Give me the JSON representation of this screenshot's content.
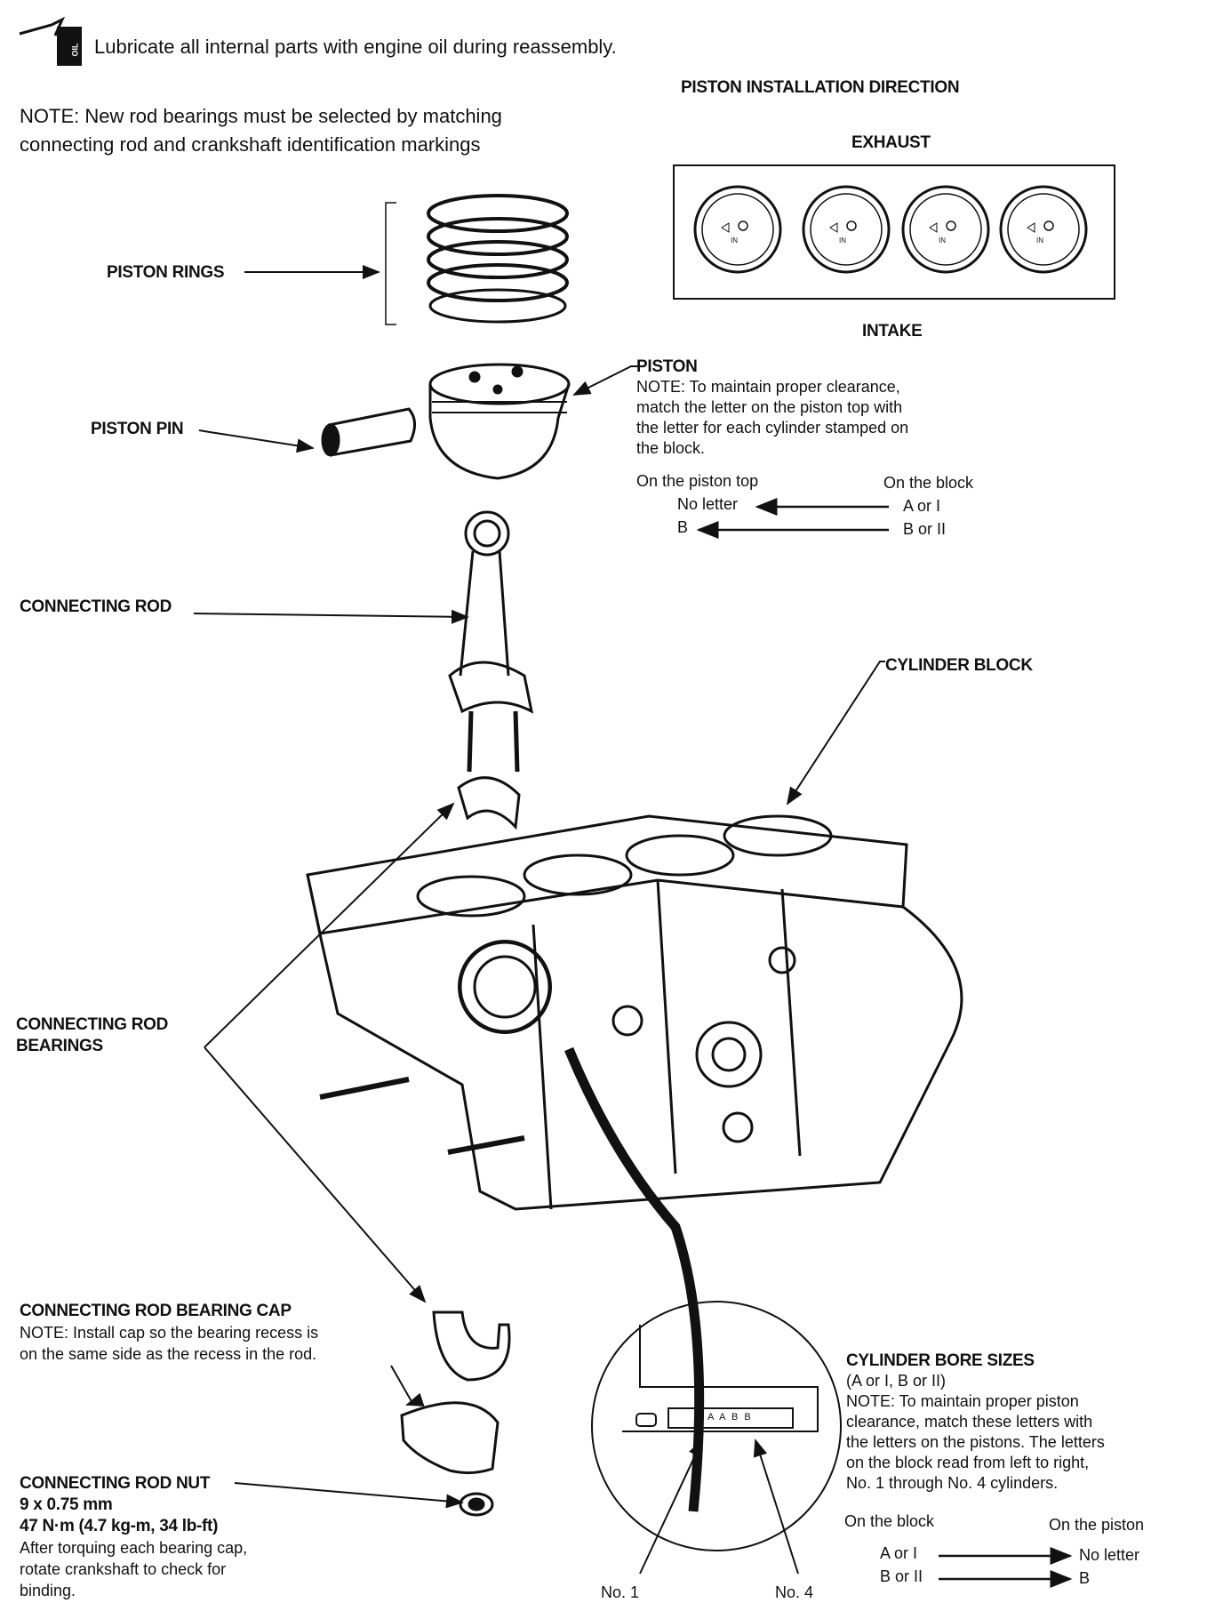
{
  "header": {
    "oil_icon_text": "OIL",
    "instruction": "Lubricate all internal parts with engine oil during reassembly.",
    "note_line1": "NOTE: New rod bearings must be selected by matching",
    "note_line2": "connecting rod and crankshaft identification markings"
  },
  "direction_panel": {
    "title": "PISTON INSTALLATION DIRECTION",
    "top_label": "EXHAUST",
    "bottom_label": "INTAKE",
    "piston_marks": [
      "IN",
      "IN",
      "IN",
      "IN"
    ]
  },
  "labels": {
    "piston_rings": "PISTON RINGS",
    "piston_pin": "PISTON PIN",
    "connecting_rod": "CONNECTING ROD",
    "cylinder_block": "CYLINDER BLOCK",
    "rod_bearings_1": "CONNECTING ROD",
    "rod_bearings_2": "BEARINGS"
  },
  "piston": {
    "title": "PISTON",
    "note": [
      "NOTE: To maintain proper clearance,",
      "match the letter on the piston top with",
      "the letter for each cylinder stamped on",
      "the block."
    ],
    "col_left": "On the piston top",
    "col_right": "On the block",
    "rows": [
      {
        "left": "No letter",
        "right": "A or I"
      },
      {
        "left": "B",
        "right": "B or II"
      }
    ]
  },
  "bearing_cap": {
    "title": "CONNECTING ROD BEARING CAP",
    "note1": "NOTE: Install cap so the bearing recess is",
    "note2": "on the same side as the recess in the rod."
  },
  "rod_nut": {
    "title": "CONNECTING ROD NUT",
    "size": "9 x 0.75 mm",
    "torque": "47 N·m (4.7 kg-m, 34 lb-ft)",
    "note1": "After torquing each bearing cap,",
    "note2": "rotate crankshaft to check for",
    "note3": "binding."
  },
  "bore_sizes": {
    "title": "CYLINDER BORE SIZES",
    "subtitle": "(A or I, B or II)",
    "note": [
      "NOTE: To maintain proper piston",
      "clearance, match these letters with",
      "the letters on the pistons. The letters",
      "on the block read from left to right,",
      "No. 1 through No. 4 cylinders."
    ],
    "col_left": "On the block",
    "col_right": "On the piston",
    "rows": [
      {
        "left": "A or I",
        "right": "No letter"
      },
      {
        "left": "B or II",
        "right": "B"
      }
    ],
    "stamp": "A A B B",
    "no1": "No. 1",
    "no4": "No. 4"
  }
}
